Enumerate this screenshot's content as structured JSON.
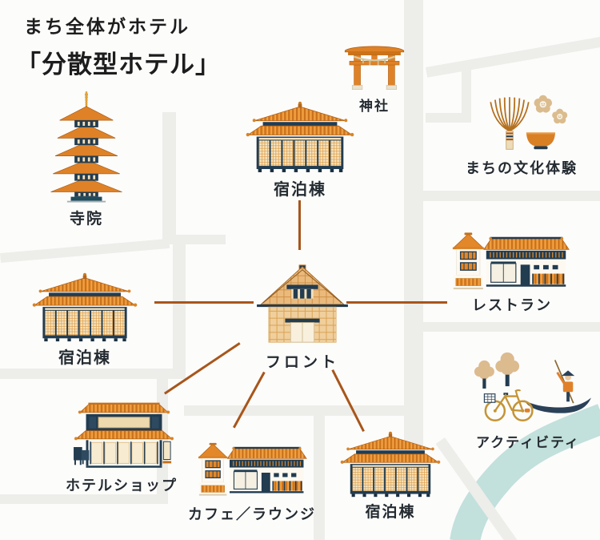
{
  "title": {
    "line1": "まち全体がホテル",
    "line2": "「分散型ホテル」"
  },
  "nodes": {
    "temple": {
      "label": "寺院"
    },
    "lodging_top": {
      "label": "宿泊棟"
    },
    "shrine": {
      "label": "神社"
    },
    "culture": {
      "label": "まちの文化体験"
    },
    "restaurant": {
      "label": "レストラン"
    },
    "lodging_left": {
      "label": "宿泊棟"
    },
    "front": {
      "label": "フロント"
    },
    "shop": {
      "label": "ホテルショップ"
    },
    "cafe": {
      "label": "カフェ／ラウンジ"
    },
    "lodging_bottom": {
      "label": "宿泊棟"
    },
    "activity": {
      "label": "アクティビティ"
    }
  },
  "colors": {
    "accent_orange": "#e2882b",
    "navy": "#223c50",
    "connector_line": "#a8561b",
    "river": "#c2e0dc",
    "road": "#ededea",
    "label_text": "#242b31"
  }
}
